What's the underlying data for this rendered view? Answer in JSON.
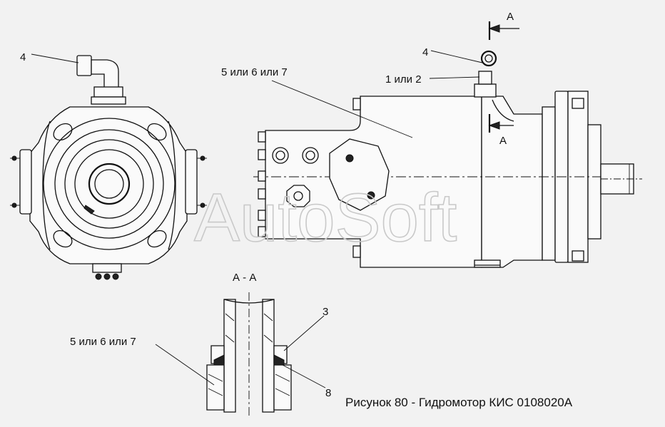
{
  "watermark": "AutoSoft",
  "caption": "Рисунок 80 - Гидромотор КИС 0108020А",
  "section_title": "А - А",
  "section_marker": "А",
  "labels": {
    "front_fitting": "4",
    "side_fitting": "4",
    "connector": "1 или 2",
    "housing": "5 или 6 или 7",
    "section_housing": "5 или 6 или 7",
    "seal": "3",
    "washer": "8"
  }
}
